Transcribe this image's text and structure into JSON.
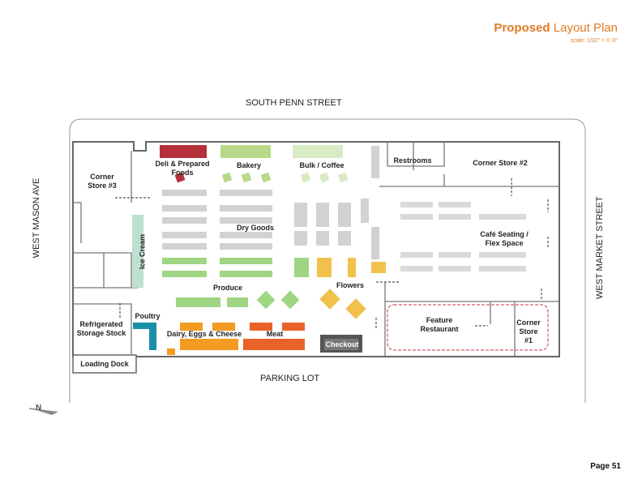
{
  "header": {
    "title_bold": "Proposed",
    "title_rest": " Layout Plan",
    "scale": "scale: 1/32\" = 1'-0\""
  },
  "streets": {
    "north": "SOUTH PENN STREET",
    "south": "PARKING LOT",
    "west": "WEST MASON AVE",
    "east": "WEST MARKET STREET",
    "north_arrow": "N"
  },
  "areas": {
    "corner_store_3": "Corner\nStore #3",
    "ice_cream": "Ice Cream",
    "deli": "Deli & Prepared\nFoods",
    "bakery": "Bakery",
    "bulk": "Bulk / Coffee",
    "restrooms": "Restrooms",
    "corner_store_2": "Corner Store #2",
    "dry_goods": "Dry Goods",
    "cafe": "Café Seating /\nFlex Space",
    "produce": "Produce",
    "flowers": "Flowers",
    "poultry": "Poultry",
    "refrigerated": "Refrigerated\nStorage Stock",
    "dairy": "Dairy, Eggs & Cheese",
    "meat": "Meat",
    "checkout": "Checkout",
    "feature_restaurant": "Feature\nRestaurant",
    "corner_store_1": "Corner\nStore\n#1",
    "loading_dock": "Loading Dock"
  },
  "footer": {
    "page": "Page 51"
  },
  "colors": {
    "accent": "#e07b24",
    "deli": "#b5303a",
    "bakery": "#b9d98a",
    "produce": "#8fce6e",
    "flowers": "#f0c24c",
    "dairy": "#f39b22",
    "meat": "#e8632a",
    "poultry": "#1a8fa8",
    "icecream": "#bde0d0",
    "checkout": "#555555",
    "fixtures": "#d2d2d2"
  }
}
